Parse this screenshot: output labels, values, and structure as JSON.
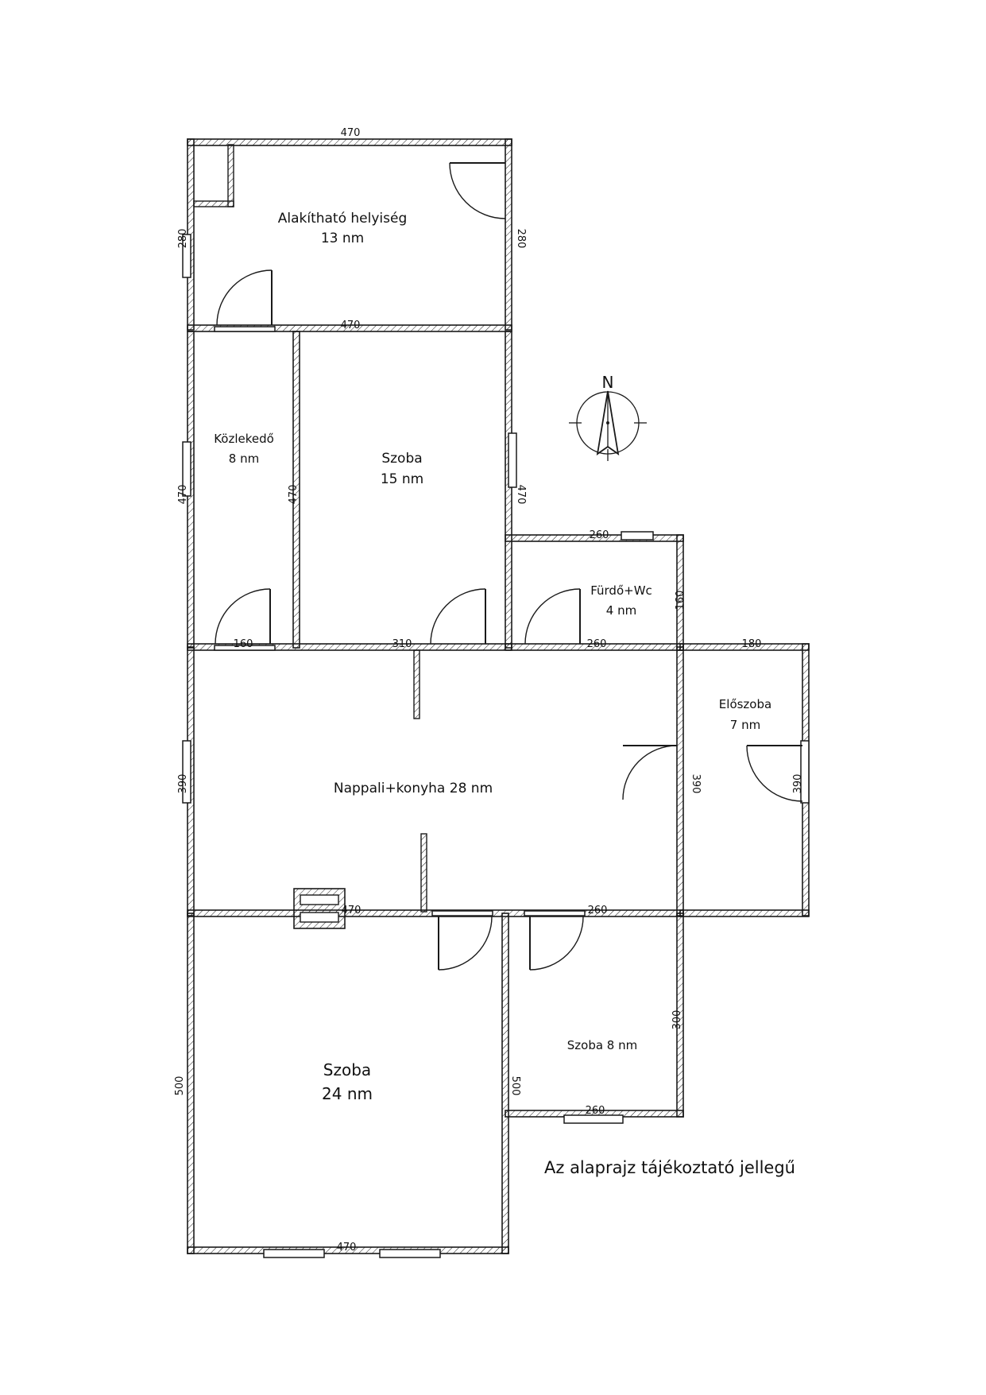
{
  "rooms": {
    "alakithato_name": "Alakítható helyiség",
    "alakithato_area": "13 nm",
    "kozlekedo_name": "Közlekedő",
    "kozlekedo_area": "8 nm",
    "szoba15_name": "Szoba",
    "szoba15_area": "15 nm",
    "furdo_name": "Fürdő+Wc",
    "furdo_area": "4 nm",
    "eloszoba_name": "Előszoba",
    "eloszoba_area": "7 nm",
    "nappali": "Nappali+konyha 28 nm",
    "szoba24_name": "Szoba",
    "szoba24_area": "24 nm",
    "szoba8": "Szoba 8 nm"
  },
  "dimensions": {
    "top_width": "470",
    "top_left_height": "280",
    "top_right_height": "280",
    "top_bottom_width": "470",
    "kozlekedo_left_height": "470",
    "kozlekedo_right_height": "470",
    "szoba15_right_height": "470",
    "furdo_top_width": "260",
    "furdo_right_height": "160",
    "kozlekedo_door_width": "160",
    "szoba15_bottom_width": "310",
    "furdo_bottom_width": "260",
    "eloszoba_top_width": "180",
    "nappali_left_height": "390",
    "nappali_right_height": "390",
    "eloszoba_right_height": "390",
    "nappali_bottom_left_width": "470",
    "nappali_bottom_right_width": "260",
    "szoba8_right_height": "300",
    "szoba8_bottom_width": "260",
    "szoba24_left_height": "500",
    "szoba24_right_height": "500",
    "bottom_width": "470"
  },
  "compass": {
    "label": "N"
  },
  "note": "Az alaprajz tájékoztató jellegű"
}
